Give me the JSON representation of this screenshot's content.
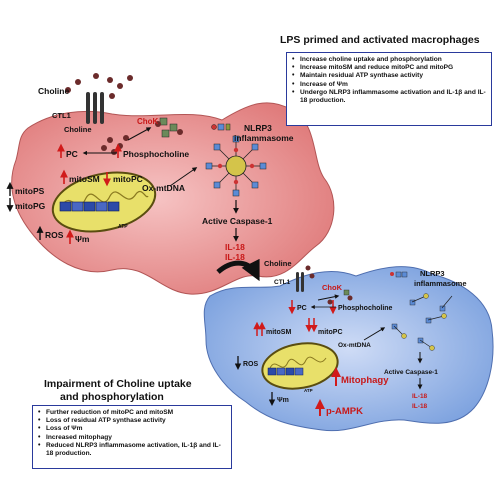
{
  "top": {
    "title": "LPS primed and activated macrophages",
    "bullets": [
      "Increase choline uptake and phosphorylation",
      "Increase mitoSM and reduce mitoPC and mitoPG",
      "Maintain residual ATP synthase activity",
      "Increase of Ψm",
      "Undergo NLRP3 inflammasome activation and IL-1β and IL-18 production."
    ],
    "choline": "Choline",
    "ctl1": "CTL1",
    "chok": "ChoK",
    "choline_in": "Choline",
    "pc": "PC",
    "phosphocholine": "Phosphocholine",
    "nlrp3": "NLRP3",
    "inflammasome": "inflammasome",
    "mitosm": "mitoSM",
    "mitopc": "mitoPC",
    "mitops": "mitoPS",
    "mitopg": "mitoPG",
    "oxmtdna": "Ox-mtDNA",
    "ros": "ROS",
    "psi": "Ψm",
    "atp": "ATP",
    "caspase": "Active Caspase-1",
    "il18a": "IL-18",
    "il18b": "IL-18"
  },
  "bottom": {
    "title_line1": "Impairment of Choline uptake",
    "title_line2": "and phosphorylation",
    "bullets": [
      "Further reduction of mitoPC and mitoSM",
      "Loss of residual ATP synthase activity",
      "Loss of Ψm",
      "Increased mitophagy",
      "Reduced NLRP3 inflammasome activation, IL-1β and IL-18 production."
    ],
    "choline": "Choline",
    "ctl1": "CTL1",
    "chok": "ChoK",
    "pc": "PC",
    "phosphocholine": "Phosphocholine",
    "nlrp3": "NLRP3",
    "inflammasome": "inflammasome",
    "mitosm": "mitoSM",
    "mitopc": "mitoPC",
    "oxmtdna": "Ox-mtDNA",
    "ros": "ROS",
    "psi": "Ψm",
    "atp": "ATP",
    "caspase": "Active Caspase-1",
    "il18a": "IL-18",
    "il18b": "IL-18",
    "mitophagy": "Mitophagy",
    "pampk": "p-AMPK"
  },
  "colors": {
    "cell_top": "#e58f8f",
    "cell_bottom": "#8fb0e6",
    "mito_fill": "#e8e06a",
    "mito_outline": "#5a4d10",
    "box_border": "#2a3a9c",
    "red_arrow": "#d11a1a",
    "red_text": "#c81818",
    "atp_block": "#2c4aa8"
  }
}
